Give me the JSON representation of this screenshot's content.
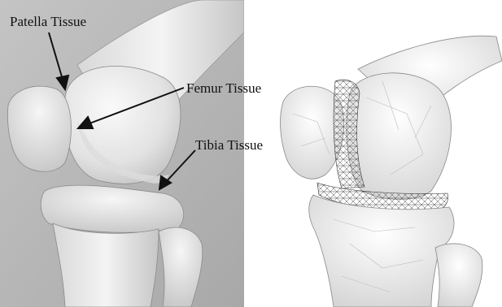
{
  "labels": {
    "patella": "Patella Tissue",
    "femur": "Femur Tissue",
    "tibia": "Tibia Tissue"
  },
  "colors": {
    "background_gray": "#b4b4b4",
    "bone_light": "#eeeeee",
    "bone_shade": "#c8c8c8",
    "mesh_line": "#4a4a4a"
  }
}
